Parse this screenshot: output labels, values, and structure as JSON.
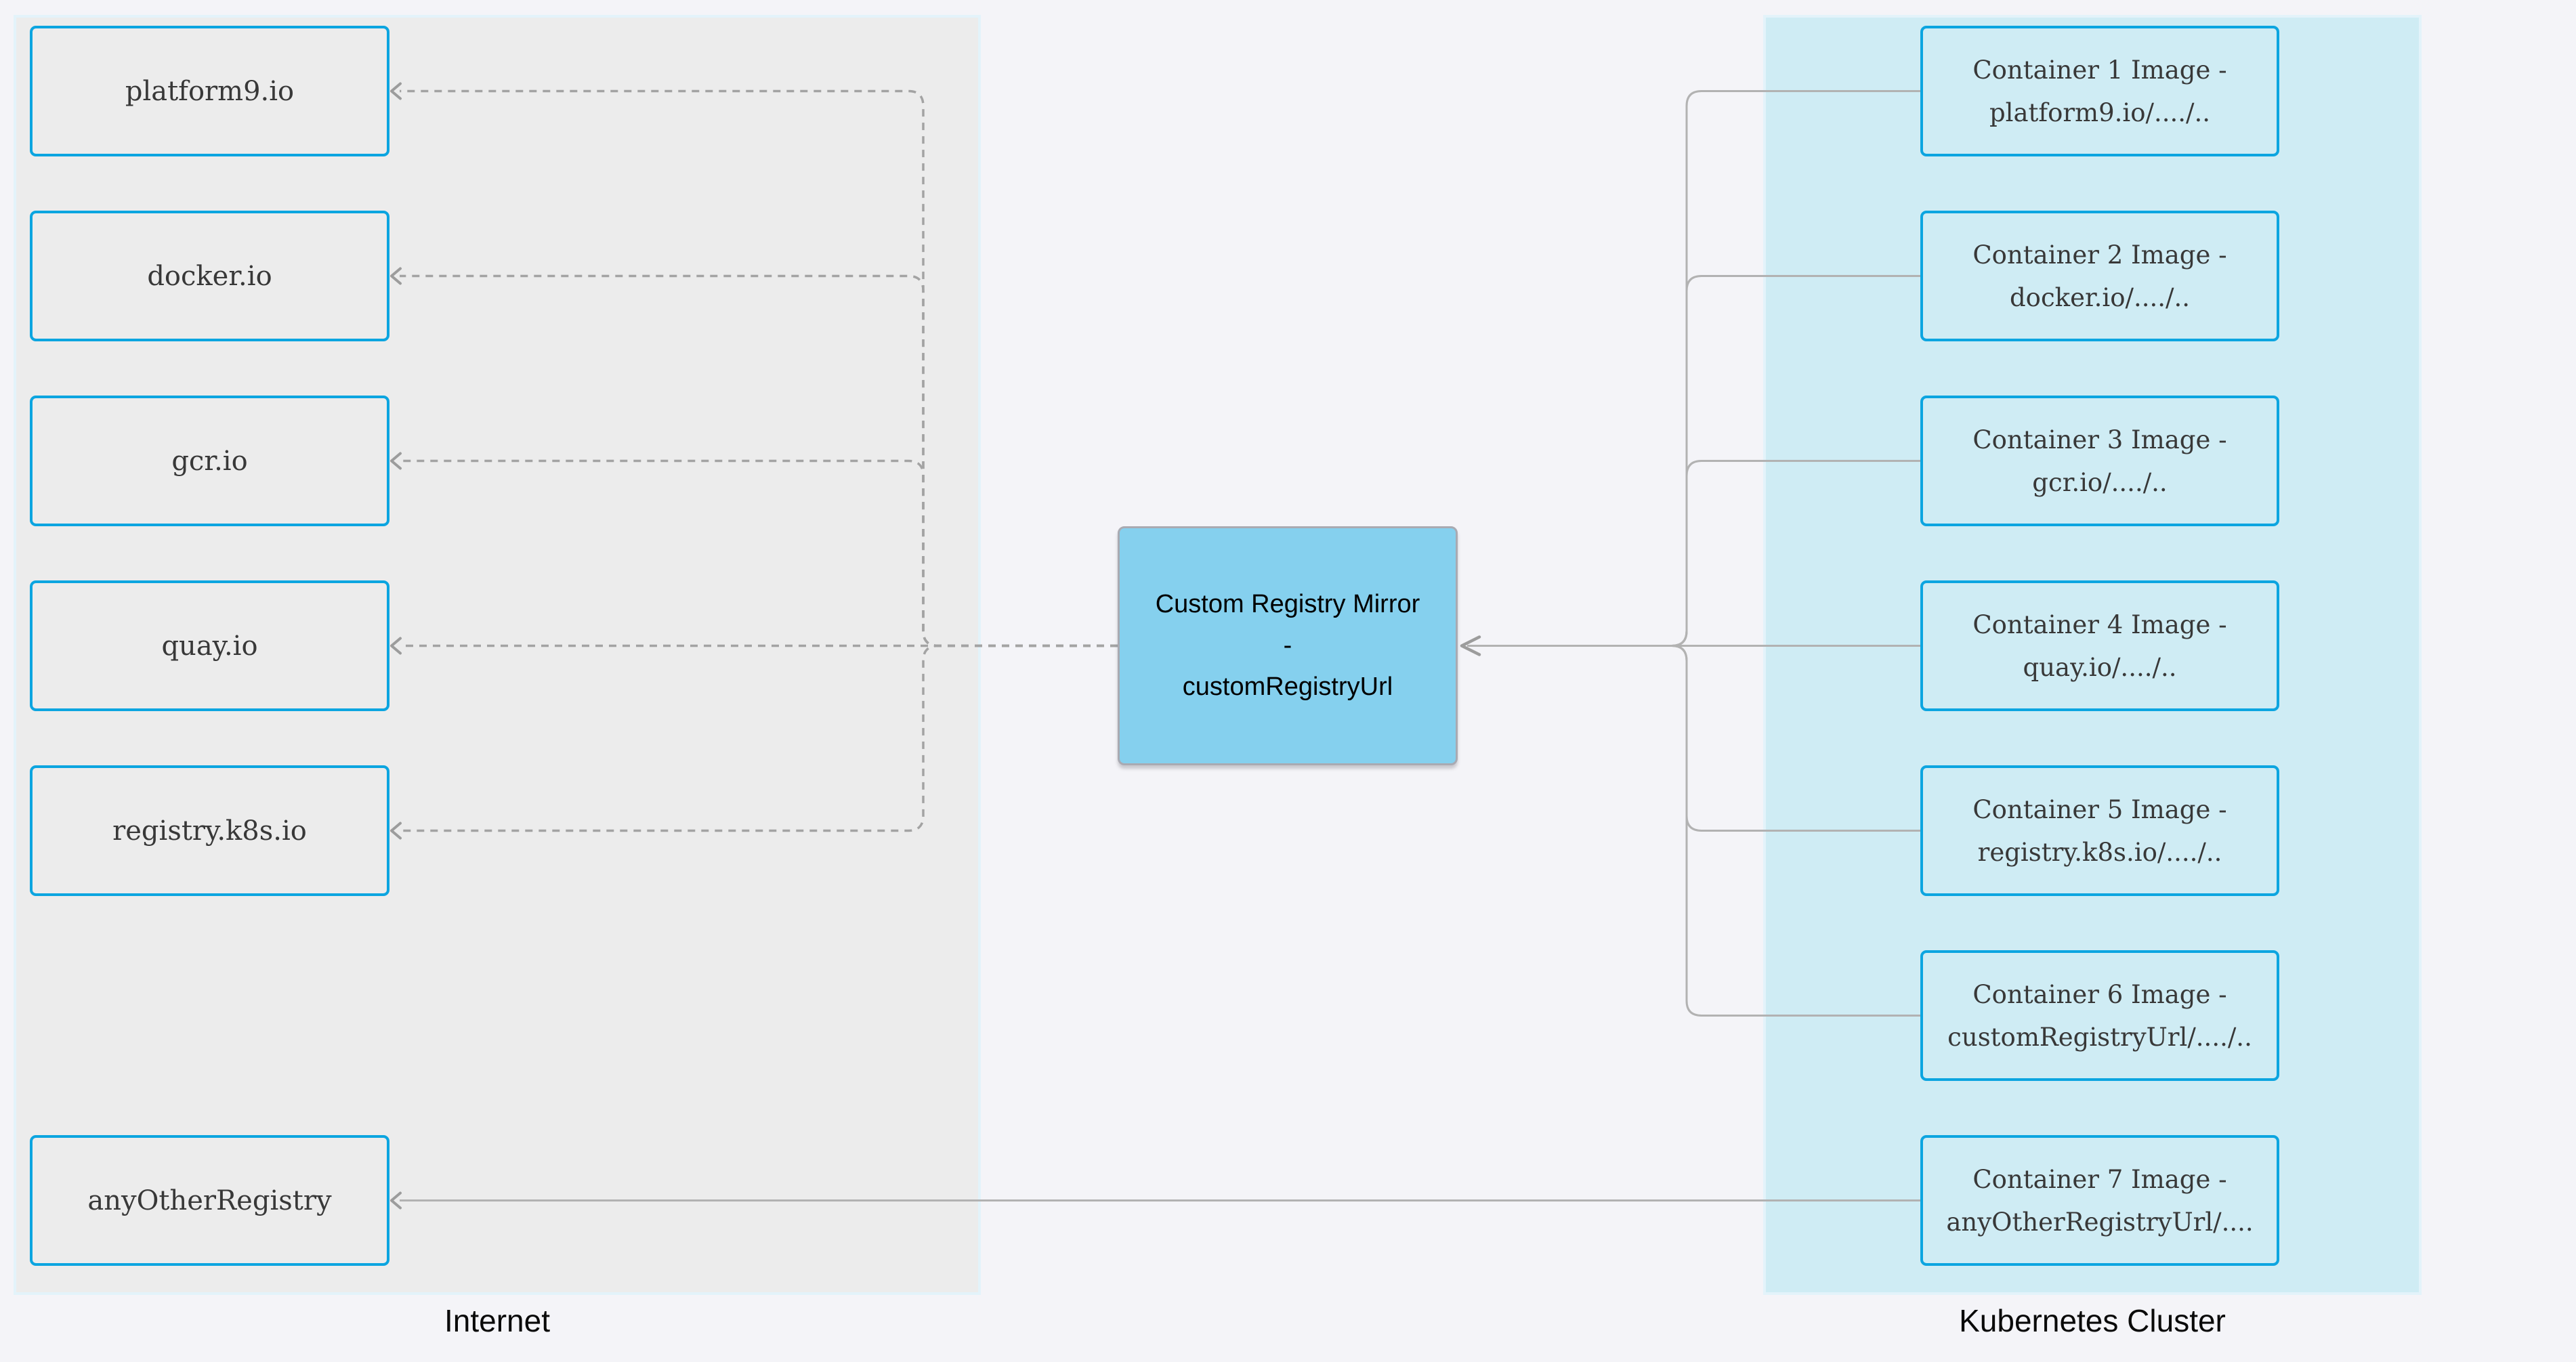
{
  "groups": {
    "internet": {
      "label": "Internet"
    },
    "cluster": {
      "label": "Kubernetes Cluster"
    }
  },
  "registries": [
    {
      "id": "platform9",
      "label": "platform9.io",
      "row": 0
    },
    {
      "id": "docker",
      "label": "docker.io",
      "row": 1
    },
    {
      "id": "gcr",
      "label": "gcr.io",
      "row": 2
    },
    {
      "id": "quay",
      "label": "quay.io",
      "row": 3
    },
    {
      "id": "registry-k8s",
      "label": "registry.k8s.io",
      "row": 4
    },
    {
      "id": "any-other",
      "label": "anyOtherRegistry",
      "row": 6
    }
  ],
  "containers": [
    {
      "id": "container-1",
      "lines": [
        "Container 1 Image -",
        "platform9.io/..../.."
      ],
      "row": 0
    },
    {
      "id": "container-2",
      "lines": [
        "Container 2 Image -",
        "docker.io/..../.."
      ],
      "row": 1
    },
    {
      "id": "container-3",
      "lines": [
        "Container 3 Image -",
        "gcr.io/..../.."
      ],
      "row": 2
    },
    {
      "id": "container-4",
      "lines": [
        "Container 4 Image -",
        "quay.io/..../.."
      ],
      "row": 3
    },
    {
      "id": "container-5",
      "lines": [
        "Container 5 Image -",
        "registry.k8s.io/..../.."
      ],
      "row": 4
    },
    {
      "id": "container-6",
      "lines": [
        "Container 6 Image -",
        "customRegistryUrl/..../.."
      ],
      "row": 5
    },
    {
      "id": "container-7",
      "lines": [
        "Container 7 Image -",
        "anyOtherRegistryUrl/...."
      ],
      "row": 6
    }
  ],
  "mirror": {
    "id": "mirror",
    "lines": [
      "Custom Registry Mirror",
      "-",
      "customRegistryUrl"
    ]
  },
  "edges": [
    {
      "from": "mirror",
      "to": "platform9",
      "style": "dashed"
    },
    {
      "from": "mirror",
      "to": "docker",
      "style": "dashed"
    },
    {
      "from": "mirror",
      "to": "gcr",
      "style": "dashed"
    },
    {
      "from": "mirror",
      "to": "quay",
      "style": "dashed"
    },
    {
      "from": "mirror",
      "to": "registry-k8s",
      "style": "dashed"
    },
    {
      "from": "container-1",
      "to": "mirror",
      "style": "solid"
    },
    {
      "from": "container-2",
      "to": "mirror",
      "style": "solid"
    },
    {
      "from": "container-3",
      "to": "mirror",
      "style": "solid"
    },
    {
      "from": "container-4",
      "to": "mirror",
      "style": "solid"
    },
    {
      "from": "container-5",
      "to": "mirror",
      "style": "solid"
    },
    {
      "from": "container-6",
      "to": "mirror",
      "style": "solid"
    },
    {
      "from": "container-7",
      "to": "any-other",
      "style": "solid"
    }
  ],
  "colors": {
    "background": "#F4F4F8",
    "internet_panel_fill": "#ECECEC",
    "cluster_panel_fill": "#CFECF4",
    "panel_border": "#E3F3FA",
    "node_border_blue": "#0CA5E0",
    "mirror_fill": "#85D0EE",
    "mirror_border": "#A9AAB2",
    "edge_solid": "#B2B2B2",
    "edge_dashed": "#A3A3A3",
    "arrowhead": "#9C9C9C",
    "node_text": "#383838",
    "label_text": "#0A0A0A"
  }
}
